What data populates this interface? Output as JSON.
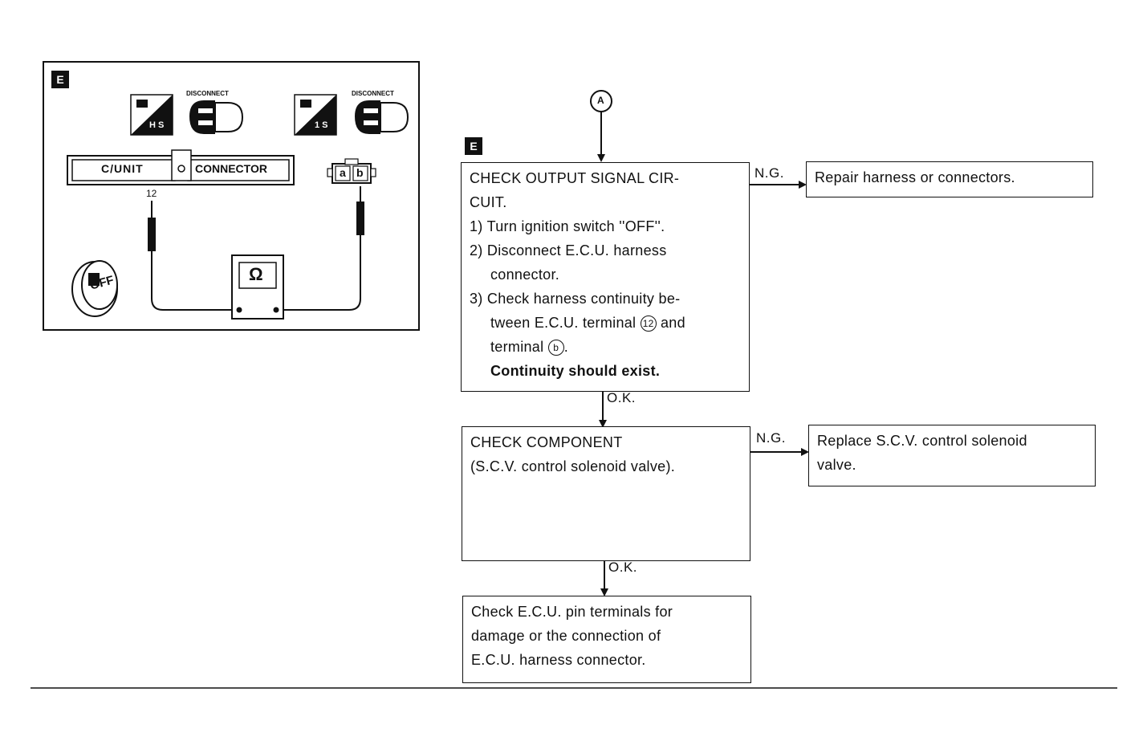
{
  "illustration": {
    "step_letter": "E",
    "disconnect_label_left": "DISCONNECT",
    "disconnect_label_right": "DISCONNECT",
    "icon_left_caption": "H S",
    "icon_right_caption": "1 S",
    "cunit_label": "C/UNIT",
    "connector_label": "CONNECTOR",
    "terminal_number": "12",
    "pin_a": "a",
    "pin_b": "b",
    "meter_symbol": "Ω",
    "ignition_label": "OFF"
  },
  "flowchart": {
    "start_connector": "A",
    "step_letter": "E",
    "box1": {
      "lines": [
        "CHECK OUTPUT SIGNAL CIR-",
        "CUIT.",
        "1) Turn ignition switch ''OFF''.",
        "2) Disconnect E.C.U. harness",
        "connector.",
        "3) Check harness continuity be-",
        "tween E.C.U. terminal",
        "and",
        "terminal",
        "."
      ],
      "terminal_num": "12",
      "terminal_letter": "b",
      "emphasis": "Continuity should exist."
    },
    "ng1_label": "N.G.",
    "ng1_box": "Repair harness or connectors.",
    "ok1_label": "O.K.",
    "box2": {
      "line1": "CHECK COMPONENT",
      "line2": "(S.C.V. control solenoid valve)."
    },
    "ng2_label": "N.G.",
    "ng2_box": {
      "line1": "Replace S.C.V. control solenoid",
      "line2": "valve."
    },
    "ok2_label": "O.K.",
    "box3": {
      "line1": "Check E.C.U. pin terminals for",
      "line2": "damage or the connection of",
      "line3": "E.C.U. harness connector."
    }
  }
}
